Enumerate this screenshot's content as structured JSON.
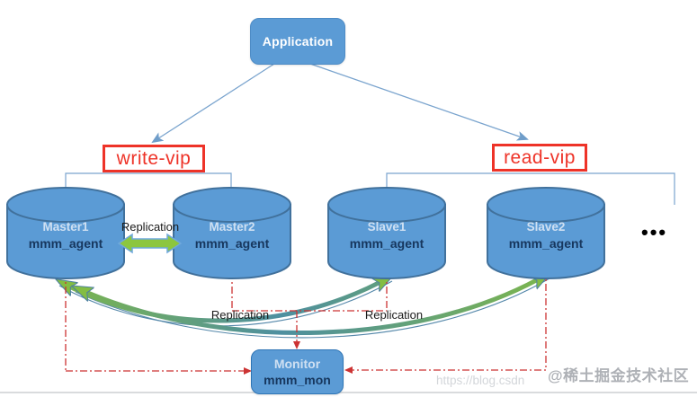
{
  "application": {
    "label": "Application"
  },
  "vips": {
    "write": "write-vip",
    "read": "read-vip"
  },
  "nodes": [
    {
      "name": "Master1",
      "agent": "mmm_agent"
    },
    {
      "name": "Master2",
      "agent": "mmm_agent"
    },
    {
      "name": "Slave1",
      "agent": "mmm_agent"
    },
    {
      "name": "Slave2",
      "agent": "mmm_agent"
    }
  ],
  "monitor": {
    "name": "Monitor",
    "agent": "mmm_mon"
  },
  "labels": {
    "replication_masters": "Replication",
    "replication_left": "Replication",
    "replication_right": "Replication",
    "more_nodes": "•••"
  },
  "watermark": {
    "site": "@稀土掘金技术社区",
    "url": "https://blog.csdn"
  },
  "colors": {
    "node_fill": "#5B9BD5",
    "node_border": "#41719C",
    "node_name_text": "#CFE0F2",
    "node_agent_text": "#17375E",
    "vip_red": "#EE3328",
    "connector_blue": "#7AA4CE",
    "monitor_link_red": "#CC3333",
    "replication_green": "#8CC63F"
  }
}
